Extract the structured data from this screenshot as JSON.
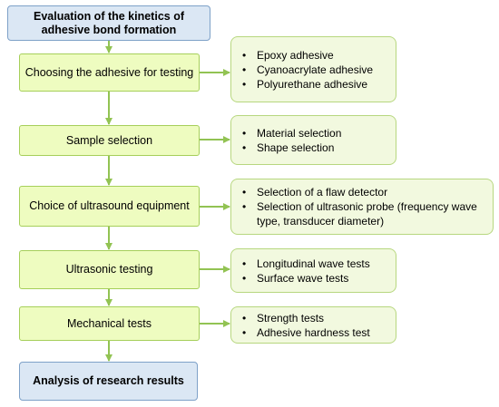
{
  "title": "Evaluation of the kinetics of adhesive bond formation",
  "result": "Analysis of research results",
  "steps": [
    {
      "label": "Choosing the adhesive for testing",
      "notes": [
        "Epoxy adhesive",
        "Cyanoacrylate adhesive",
        "Polyurethane adhesive"
      ]
    },
    {
      "label": "Sample selection",
      "notes": [
        "Material selection",
        "Shape selection"
      ]
    },
    {
      "label": "Choice of ultrasound equipment",
      "notes": [
        "Selection of a flaw detector",
        "Selection of ultrasonic probe (frequency wave type, transducer diameter)"
      ]
    },
    {
      "label": "Ultrasonic testing",
      "notes": [
        "Longitudinal wave tests",
        "Surface wave tests"
      ]
    },
    {
      "label": "Mechanical tests",
      "notes": [
        "Strength tests",
        "Adhesive hardness test"
      ]
    }
  ],
  "colors": {
    "arrow": "#92c353",
    "step_fill": "#eefcc0",
    "note_fill": "#f2f9df",
    "blue_fill": "#dbe7f4"
  }
}
